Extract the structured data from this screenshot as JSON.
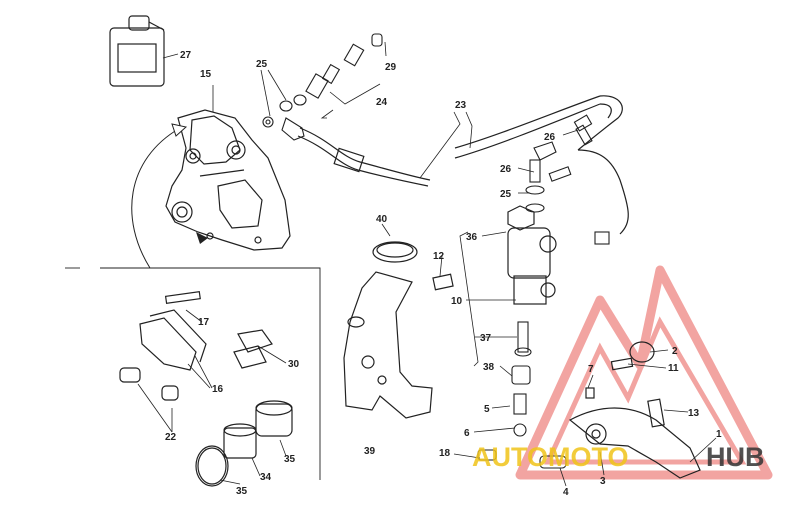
{
  "labels": {
    "l27": "27",
    "l15": "15",
    "l25a": "25",
    "l29": "29",
    "l24": "24",
    "l23": "23",
    "l26a": "26",
    "l26b": "26",
    "l25b": "25",
    "l36": "36",
    "l40": "40",
    "l12": "12",
    "l10": "10",
    "l37": "37",
    "l38": "38",
    "l5": "5",
    "l6": "6",
    "l18": "18",
    "l4": "4",
    "l3": "3",
    "l7": "7",
    "l2": "2",
    "l11": "11",
    "l13": "13",
    "l1": "1",
    "l17": "17",
    "l30": "30",
    "l16": "16",
    "l22": "22",
    "l34": "34",
    "l35a": "35",
    "l35b": "35",
    "l39": "39"
  },
  "watermark": {
    "text_left": "AUTOMOTO",
    "text_right": "HUB",
    "logo_color": "#e85a55",
    "text_color_left": "#f0c419",
    "text_color_right": "#333333"
  }
}
